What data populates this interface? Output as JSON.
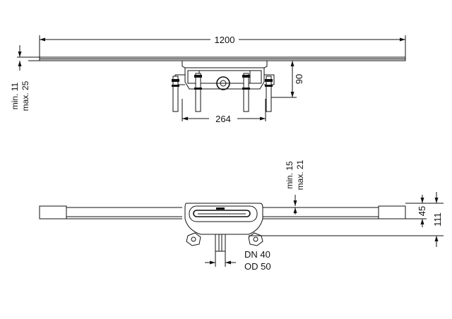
{
  "top_view": {
    "width_label": "1200",
    "height_label": "90",
    "foot_spacing_label": "264",
    "adjust_min_label": "min. 11",
    "adjust_max_label": "max. 25"
  },
  "side_view": {
    "cover_min_label": "min. 15",
    "cover_max_label": "max. 21",
    "body_height_label": "45",
    "total_height_label": "111",
    "outlet_dn_label": "DN 40",
    "outlet_od_label": "OD 50"
  }
}
